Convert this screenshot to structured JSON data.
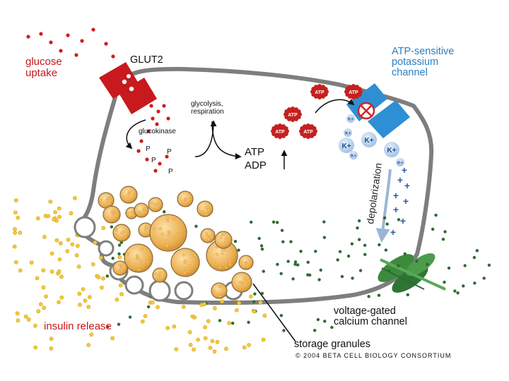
{
  "labels": {
    "glucose_uptake_1": "glucose",
    "glucose_uptake_2": "uptake",
    "glut2": "GLUT2",
    "atp_channel_1": "ATP-sensitive",
    "atp_channel_2": "potassium",
    "atp_channel_3": "channel",
    "glycolysis_1": "glycolysis,",
    "glycolysis_2": "respiration",
    "glucokinase": "glucokinase",
    "atp": "ATP",
    "adp": "ADP",
    "depolarization": "depolarization",
    "insulin_release": "insulin release",
    "ca_channel_1": "voltage-gated",
    "ca_channel_2": "calcium channel",
    "storage_granules": "storage granules",
    "copyright": "© 2004 BETA CELL BIOLOGY CONSORTIUM",
    "phosphate": "P",
    "atp_molecule": "ATP",
    "k_ion": "K+",
    "plus": "+"
  },
  "colors": {
    "membrane": "#7e7e7e",
    "glut2": "#c8191e",
    "k_channel": "#2f8fd4",
    "ca_channel": "#3c8a3c",
    "granule": "#e8a33a",
    "insulin_dot": "#f3c93a",
    "calcium_dot": "#2e6a32",
    "glucose_dot": "#d21b22",
    "atp_molecule": "#c5201f",
    "k_ion": "#bcd4ee"
  }
}
